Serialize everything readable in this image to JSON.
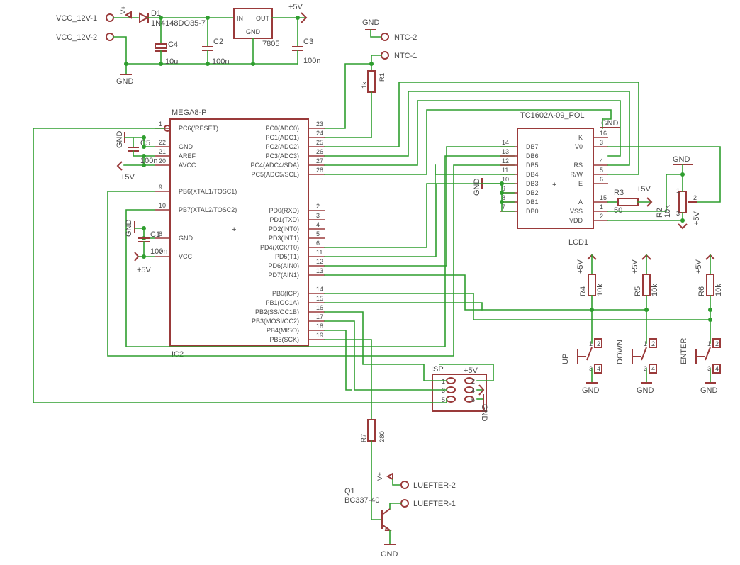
{
  "power": {
    "vcc1": "VCC_12V-1",
    "vcc2": "VCC_12V-2",
    "d1": "D1",
    "d1_value": "1N4148DO35-7",
    "reg_in": "IN",
    "reg_out": "OUT",
    "reg_gnd": "GND",
    "reg_value": "7805",
    "c2": "C2",
    "c2_value": "100n",
    "c3": "C3",
    "c3_value": "100n",
    "c4": "C4",
    "c4_value": "10u",
    "v5": "+5V",
    "gnd": "GND",
    "vplus": "V+"
  },
  "ntc": {
    "gnd": "GND",
    "ntc2": "NTC-2",
    "ntc1": "NTC-1",
    "r1": "R1",
    "r1_value": "1k"
  },
  "mcu": {
    "name": "MEGA8-P",
    "ref": "IC2",
    "left_pins": [
      {
        "num": "1",
        "name": "PC6(/RESET)"
      },
      {
        "num": "22",
        "name": "GND"
      },
      {
        "num": "21",
        "name": "AREF"
      },
      {
        "num": "20",
        "name": "AVCC"
      },
      {
        "num": "9",
        "name": "PB6(XTAL1/TOSC1)"
      },
      {
        "num": "10",
        "name": "PB7(XTAL2/TOSC2)"
      },
      {
        "num": "8",
        "name": "GND"
      },
      {
        "num": "7",
        "name": "VCC"
      }
    ],
    "right_pins": [
      {
        "num": "23",
        "name": "PC0(ADC0)"
      },
      {
        "num": "24",
        "name": "PC1(ADC1)"
      },
      {
        "num": "25",
        "name": "PC2(ADC2)"
      },
      {
        "num": "26",
        "name": "PC3(ADC3)"
      },
      {
        "num": "27",
        "name": "PC4(ADC4/SDA)"
      },
      {
        "num": "28",
        "name": "PC5(ADC5/SCL)"
      },
      {
        "num": "2",
        "name": "PD0(RXD)"
      },
      {
        "num": "3",
        "name": "PD1(TXD)"
      },
      {
        "num": "4",
        "name": "PD2(INT0)"
      },
      {
        "num": "5",
        "name": "PD3(INT1)"
      },
      {
        "num": "6",
        "name": "PD4(XCK/T0)"
      },
      {
        "num": "11",
        "name": "PD5(T1)"
      },
      {
        "num": "12",
        "name": "PD6(AIN0)"
      },
      {
        "num": "13",
        "name": "PD7(AIN1)"
      },
      {
        "num": "14",
        "name": "PB0(ICP)"
      },
      {
        "num": "15",
        "name": "PB1(OC1A)"
      },
      {
        "num": "16",
        "name": "PB2(SS/OC1B)"
      },
      {
        "num": "17",
        "name": "PB3(MOSI/OC2)"
      },
      {
        "num": "18",
        "name": "PB4(MISO)"
      },
      {
        "num": "19",
        "name": "PB5(SCK)"
      }
    ],
    "c5": "C5",
    "c5_value": "100n",
    "c1": "C1",
    "c1_value": "100n"
  },
  "lcd": {
    "part": "TC1602A-09_POL",
    "ref": "LCD1",
    "left_pins": [
      {
        "num": "14",
        "name": "DB7"
      },
      {
        "num": "13",
        "name": "DB6"
      },
      {
        "num": "12",
        "name": "DB5"
      },
      {
        "num": "11",
        "name": "DB4"
      },
      {
        "num": "10",
        "name": "DB3"
      },
      {
        "num": "9",
        "name": "DB2"
      },
      {
        "num": "8",
        "name": "DB1"
      },
      {
        "num": "7",
        "name": "DB0"
      }
    ],
    "right_pins": [
      {
        "num": "16",
        "name": "K"
      },
      {
        "num": "3",
        "name": "V0"
      },
      {
        "num": "4",
        "name": "RS"
      },
      {
        "num": "5",
        "name": "R/W"
      },
      {
        "num": "6",
        "name": "E"
      },
      {
        "num": "15",
        "name": "A"
      },
      {
        "num": "1",
        "name": "VSS"
      },
      {
        "num": "2",
        "name": "VDD"
      }
    ],
    "r3": "R3",
    "r3_value": "50",
    "r2": "R2",
    "r2_value": "10k"
  },
  "buttons": [
    {
      "res": "R4",
      "value": "10k",
      "label": "UP"
    },
    {
      "res": "R5",
      "value": "10k",
      "label": "DOWN"
    },
    {
      "res": "R6",
      "value": "10k",
      "label": "ENTER"
    }
  ],
  "isp": {
    "label": "ISP",
    "pins": [
      "1",
      "2",
      "3",
      "4",
      "5",
      "6"
    ],
    "v5": "+5V",
    "gnd": "GND"
  },
  "fan": {
    "r7": "R7",
    "r7_value": "280",
    "q1": "Q1",
    "q1_value": "BC337-40",
    "luefter2": "LUEFTER-2",
    "luefter1": "LUEFTER-1",
    "vplus": "V+",
    "gnd": "GND"
  },
  "pin_digits": {
    "p1": "1",
    "p2": "2",
    "p3": "3",
    "p4": "4"
  }
}
